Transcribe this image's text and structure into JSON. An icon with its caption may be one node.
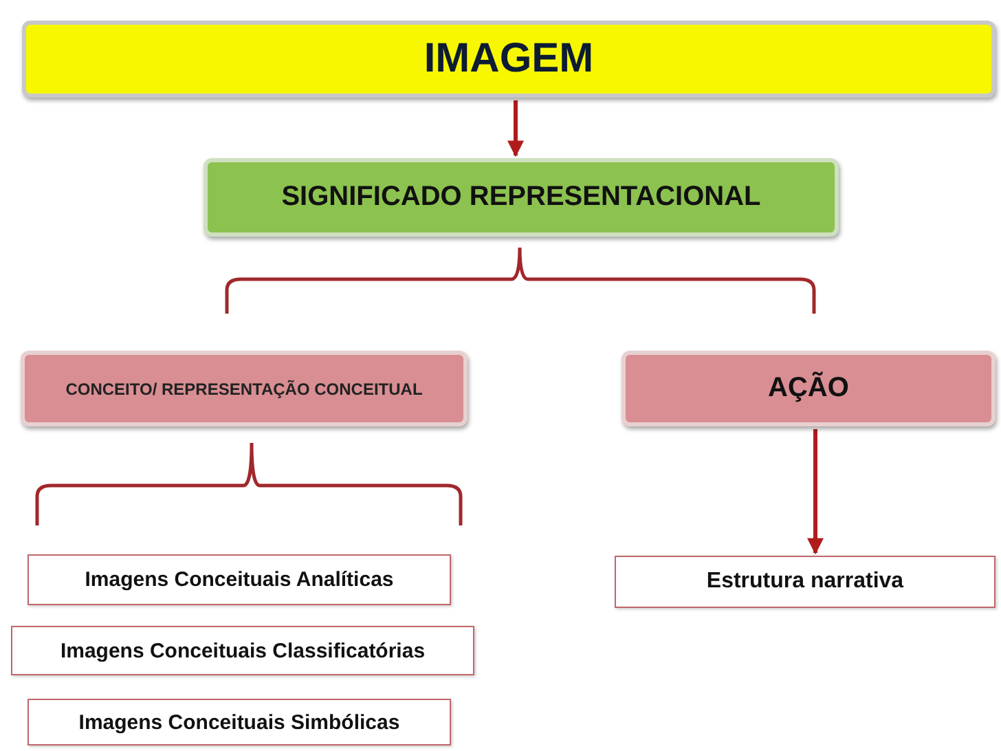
{
  "diagram": {
    "nodes": [
      {
        "text": [
          "IMAGEM"
        ]
      },
      {
        "text": [
          "SIGNIFICADO REPRESENTACIONAL"
        ]
      },
      {
        "text": [
          "CONCEITO/ REPRESENTAÇÃO CONCEITUAL"
        ]
      },
      {
        "text": [
          "AÇÃO"
        ]
      },
      {
        "text": [
          "Imagens Conceituais Analíticas"
        ]
      },
      {
        "text": [
          "Estrutura narrativa"
        ]
      },
      {
        "text": [
          "Imagens Conceituais Classificatórias"
        ]
      },
      {
        "text": [
          "Imagens Conceituais Simbólicas"
        ]
      }
    ],
    "edges": [
      {
        "from": 0,
        "to": 1,
        "arrow": "to"
      },
      {
        "from": 3,
        "to": 5,
        "arrow": "to"
      }
    ]
  }
}
